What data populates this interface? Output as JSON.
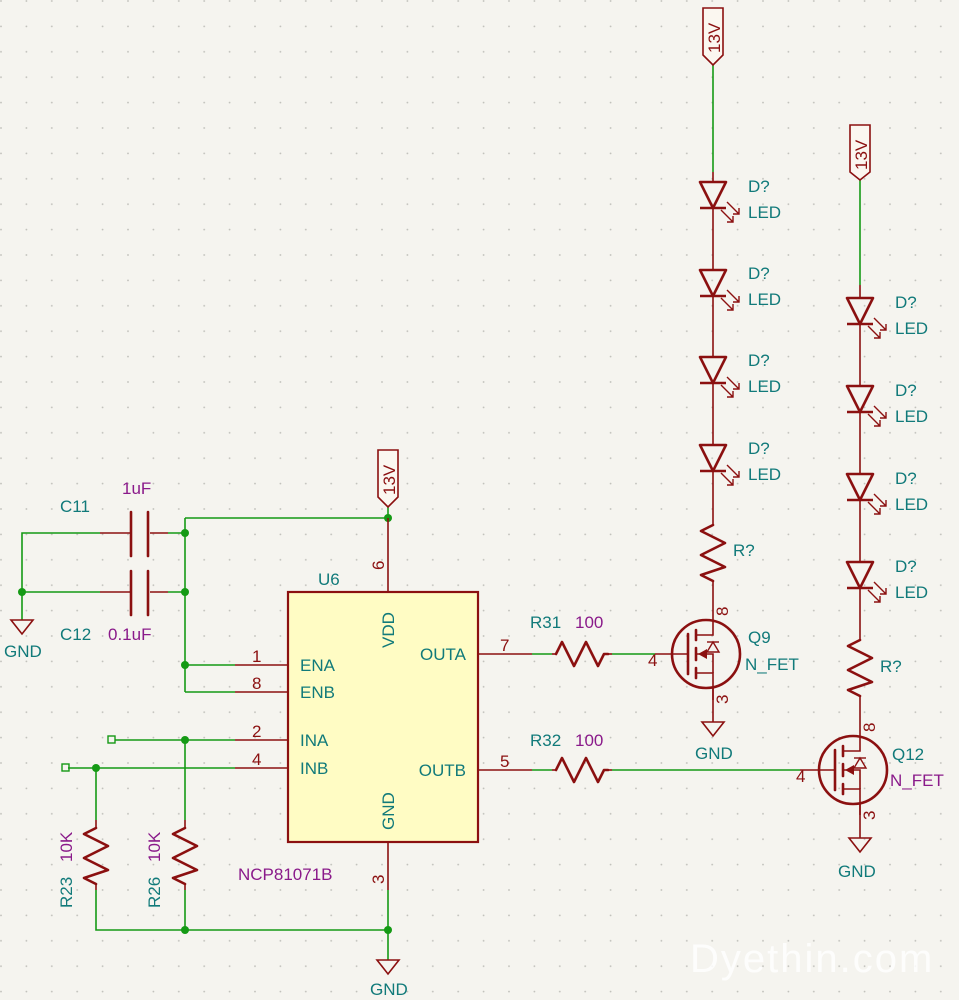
{
  "ic": {
    "ref": "U6",
    "value": "NCP81071B",
    "pins": {
      "vdd": {
        "name": "VDD",
        "num": "6"
      },
      "gnd": {
        "name": "GND",
        "num": "3"
      },
      "ena": {
        "name": "ENA",
        "num": "1"
      },
      "enb": {
        "name": "ENB",
        "num": "8"
      },
      "ina": {
        "name": "INA",
        "num": "2"
      },
      "inb": {
        "name": "INB",
        "num": "4"
      },
      "outa": {
        "name": "OUTA",
        "num": "7"
      },
      "outb": {
        "name": "OUTB",
        "num": "5"
      }
    }
  },
  "capacitors": [
    {
      "ref": "C11",
      "value": "1uF"
    },
    {
      "ref": "C12",
      "value": "0.1uF"
    }
  ],
  "resistors": [
    {
      "ref": "R23",
      "value": "10K"
    },
    {
      "ref": "R26",
      "value": "10K"
    },
    {
      "ref": "R31",
      "value": "100"
    },
    {
      "ref": "R32",
      "value": "100"
    },
    {
      "ref": "R?",
      "value": ""
    },
    {
      "ref": "R?",
      "value": ""
    }
  ],
  "fets": [
    {
      "ref": "Q9",
      "value": "N_FET",
      "gate": "4",
      "drain": "8",
      "source": "3"
    },
    {
      "ref": "Q12",
      "value": "N_FET",
      "gate": "4",
      "drain": "8",
      "source": "3"
    }
  ],
  "leds": {
    "ref": "D?",
    "value": "LED"
  },
  "power": {
    "v13": "13V",
    "gnd": "GND"
  },
  "watermark": "Dyethin.com"
}
